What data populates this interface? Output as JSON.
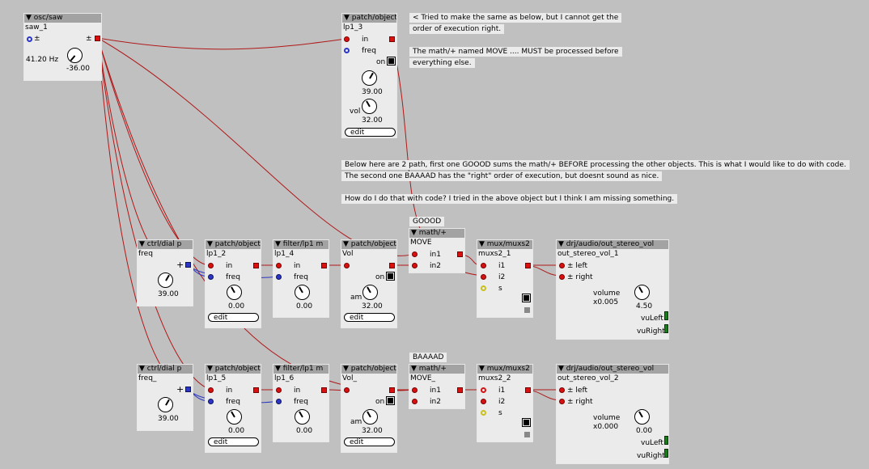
{
  "comments": {
    "c1": "< Tried to make the same as below, but I cannot get the",
    "c2": "order of execution right.",
    "c3": "The math/+ named MOVE .... MUST be processed before",
    "c4": "everything else.",
    "c5": "Below here are 2 path, first one GOOOD sums the math/+ BEFORE processing the other objects. This is what I would like to do with code.",
    "c6": "The second one BAAAAD has the \"right\" order of execution, but doesnt sound as nice.",
    "c7": "How do I do that with code? I tried in the above object but I think I am missing something.",
    "goood": "GOOOD",
    "baaaad": "BAAAAD"
  },
  "osc": {
    "title": "osc/saw",
    "name": "saw_1",
    "pm_left": "±",
    "pm_right": "±",
    "freq": "41.20 Hz",
    "knob_value": "-36.00"
  },
  "lp1_3": {
    "title": "patch/object",
    "name": "lp1_3",
    "in": "in",
    "freq": "freq",
    "on": "on",
    "val1": "39.00",
    "vol": "vol",
    "val2": "32.00",
    "edit": "edit"
  },
  "row1": {
    "dial": {
      "title": "ctrl/dial p",
      "name": "freq",
      "plus": "+",
      "value": "39.00"
    },
    "lp1_2": {
      "title": "patch/object",
      "name": "lp1_2",
      "in": "in",
      "freq": "freq",
      "value": "0.00",
      "edit": "edit"
    },
    "lp1_4": {
      "title": "filter/lp1 m",
      "name": "lp1_4",
      "in": "in",
      "freq": "freq",
      "value": "0.00"
    },
    "vol": {
      "title": "patch/object",
      "name": "Vol",
      "on": "on",
      "am": "am",
      "value": "32.00",
      "edit": "edit"
    },
    "move": {
      "title": "math/+",
      "name": "MOVE",
      "in1": "in1",
      "in2": "in2"
    },
    "mux": {
      "title": "mux/muxs2",
      "name": "muxs2_1",
      "i1": "i1",
      "i2": "i2",
      "s": "s"
    },
    "out": {
      "title": "drj/audio/out_stereo_vol",
      "name": "out_stereo_vol_1",
      "left": "± left",
      "right": "± right",
      "volume": "volume",
      "volx": "x0.005",
      "value": "4.50",
      "vuLeft": "vuLeft",
      "vuRight": "vuRight"
    }
  },
  "row2": {
    "dial": {
      "title": "ctrl/dial p",
      "name": "freq_",
      "plus": "+",
      "value": "39.00"
    },
    "lp1_5": {
      "title": "patch/object",
      "name": "lp1_5",
      "in": "in",
      "freq": "freq",
      "value": "0.00",
      "edit": "edit"
    },
    "lp1_6": {
      "title": "filter/lp1 m",
      "name": "lp1_6",
      "in": "in",
      "freq": "freq",
      "value": "0.00"
    },
    "vol": {
      "title": "patch/object",
      "name": "Vol_",
      "on": "on",
      "am": "am",
      "value": "32.00",
      "edit": "edit"
    },
    "move": {
      "title": "math/+",
      "name": "MOVE_",
      "in1": "in1",
      "in2": "in2"
    },
    "mux": {
      "title": "mux/muxs2",
      "name": "muxs2_2",
      "i1": "i1",
      "i2": "i2",
      "s": "s"
    },
    "out": {
      "title": "drj/audio/out_stereo_vol",
      "name": "out_stereo_vol_2",
      "left": "± left",
      "right": "± right",
      "volume": "volume",
      "volx": "x0.000",
      "value": "0.00",
      "vuLeft": "vuLeft",
      "vuRight": "vuRight"
    }
  },
  "colors": {
    "canvas": "#c0c0c0",
    "object": "#ebebeb",
    "title_bar": "#a3a3a3",
    "audio_wire": "#c21b1b",
    "control_wire": "#2b36c4"
  }
}
